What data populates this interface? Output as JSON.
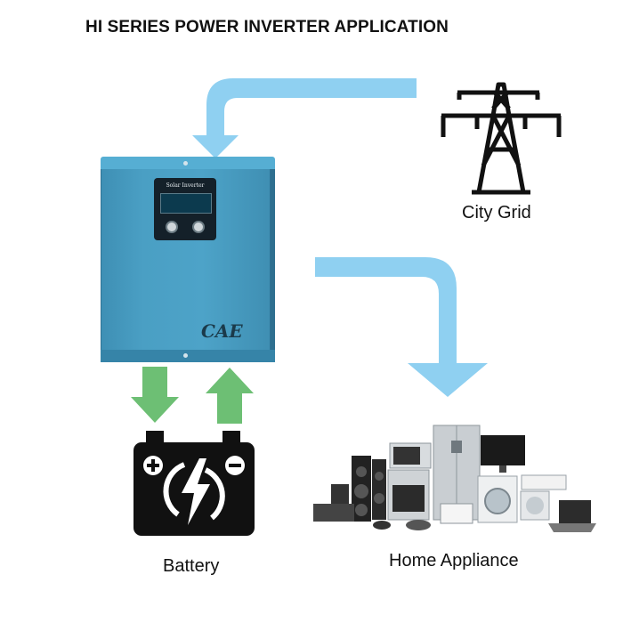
{
  "title": "HI SERIES POWER INVERTER APPLICATION",
  "labels": {
    "city_grid": "City Grid",
    "battery": "Battery",
    "home_appliance": "Home Appliance"
  },
  "inverter": {
    "panel_text": "Solar Inverter",
    "brand": "CAE"
  },
  "colors": {
    "flow_arrow": "#8fd0f1",
    "battery_arrow": "#6dbf74",
    "inverter_body": "#4a9fc4",
    "icon_black": "#111111"
  }
}
